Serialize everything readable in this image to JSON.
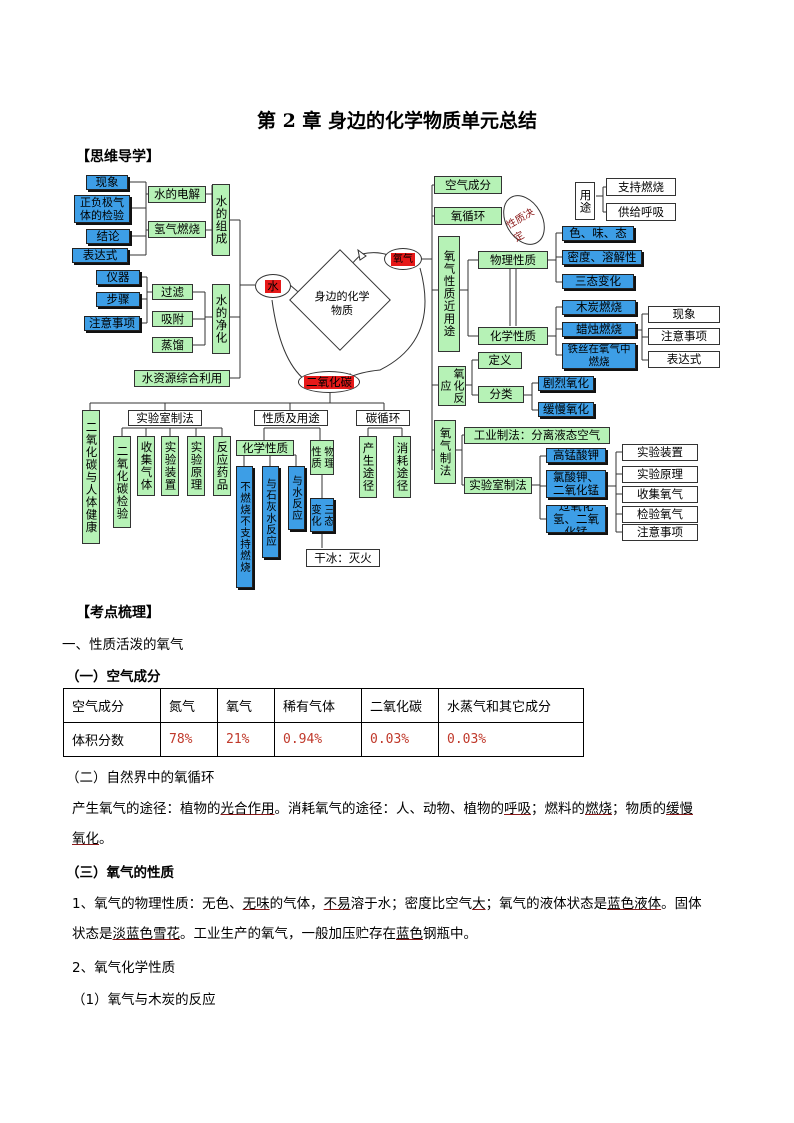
{
  "title": "第 2 章  身边的化学物质单元总结",
  "sections": {
    "mind_map_head": "【思维导学】",
    "points_head": "【考点梳理】"
  },
  "mindmap": {
    "center": "身边的化学物质",
    "water": "水",
    "oxygen": "氧气",
    "co2": "二氧化碳",
    "water_comp": "水的组成",
    "water_elec": "水的电解",
    "h_burn": "氢气燃烧",
    "phenomenon": "现象",
    "electrode": "正负极气体的检验",
    "conclusion": "结论",
    "expression": "表达式",
    "water_purify": "水的净化",
    "filter": "过滤",
    "adsorb": "吸附",
    "distill": "蒸馏",
    "instrument": "仪器",
    "steps": "步骤",
    "notes": "注意事项",
    "water_use": "水资源综合利用",
    "co2_health": "二氧化碳与人体健康",
    "lab_prep": "实验室制法",
    "co2_test": "二氧化碳检验",
    "collect": "收集气体",
    "apparatus": "实验装置",
    "principle": "实验原理",
    "reagents": "反应药品",
    "prop_use": "性质及用途",
    "chem_prop": "化学性质",
    "no_burn": "不燃烧不支持燃烧",
    "limewater": "与石灰水反应",
    "water_react": "与水反应",
    "phys_prop": "物理性质",
    "three_state": "三态变化",
    "dry_ice": "干冰：灭火",
    "carbon_cycle": "碳循环",
    "produce": "产生途径",
    "consume": "消耗途径",
    "air_comp": "空气成分",
    "o_cycle": "氧循环",
    "nature_decide": "性质决定",
    "o_prop_use": "氧气性质近用途",
    "use": "用途",
    "support_burn": "支持燃烧",
    "breath": "供给呼吸",
    "o_phys": "物理性质",
    "color_taste": "色、味、态",
    "density": "密度、溶解性",
    "o_three_state": "三态变化",
    "o_chem": "化学性质",
    "charcoal": "木炭燃烧",
    "candle": "蜡烛燃烧",
    "iron_wire": "铁丝在氧气中燃烧",
    "phenomenon2": "现象",
    "notes2": "注意事项",
    "expression2": "表达式",
    "oxidation": "氧化反应",
    "definition": "定义",
    "classify": "分类",
    "violent": "剧烈氧化",
    "slow": "缓慢氧化",
    "o_prep": "氧气制法",
    "industry": "工业制法：分离液态空气",
    "lab_prep2": "实验室制法",
    "kmno4": "高锰酸钾",
    "kclo3": "氯酸钾、二氧化锰",
    "h2o2": "过氧化氢、二氧化锰",
    "apparatus2": "实验装置",
    "principle2": "实验原理",
    "collect_o2": "收集氧气",
    "test_o2": "检验氧气",
    "notes3": "注意事项"
  },
  "part1": "一、性质活泼的氧气",
  "sub1": "（一）空气成分",
  "air_table": {
    "header": [
      "空气成分",
      "氮气",
      "氧气",
      "稀有气体",
      "二氧化碳",
      "水蒸气和其它成分"
    ],
    "row_label": "体积分数",
    "values": [
      "78%",
      "21%",
      "0.94%",
      "0.03%",
      "0.03%"
    ]
  },
  "sub2": "（二）自然界中的氧循环",
  "cycle": {
    "t1": "产生氧气的途径：植物的",
    "k1": "光合作用",
    "t2": "。消耗氧气的途径：人、动物、植物的",
    "k2": "呼吸",
    "t3": "；燃料的",
    "k3": "燃烧",
    "t4": "；物质的",
    "k4a": "缓慢",
    "k4b": "氧化",
    "t5": "。"
  },
  "sub3": "（三）氧气的性质",
  "phys": {
    "t1": "1、氧气的物理性质：无色、",
    "k1": "无味",
    "t2": "的气体，",
    "k2": "不易",
    "t3": "溶于水；密度比空气",
    "k3": "大",
    "t4": "；氧气的液体状态是",
    "k4": "蓝色液体",
    "t5": "。固体",
    "t6": "状态是",
    "k5": "淡蓝色雪花",
    "t7": "。工业生产的氧气，一般加压贮存在",
    "k6": "蓝色",
    "t8": "钢瓶中。"
  },
  "chem_head": "2、氧气化学性质",
  "charcoal_head": "（1）氧气与木炭的反应"
}
